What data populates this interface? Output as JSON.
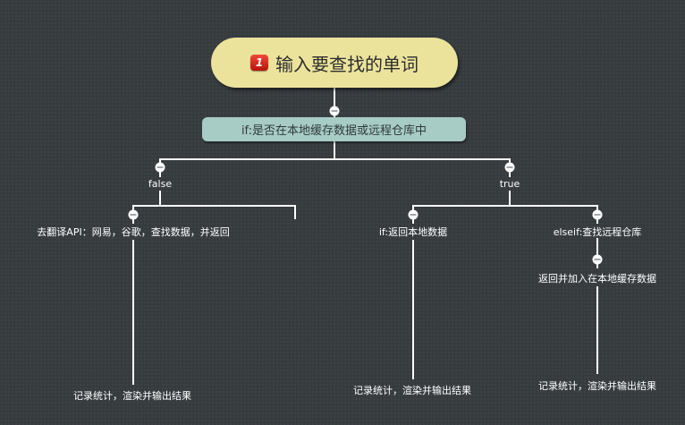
{
  "root": {
    "badge": "1",
    "title": "输入要查找的单词"
  },
  "condition": {
    "label": "if:是否在本地缓存数据或远程仓库中"
  },
  "branches": {
    "false": {
      "label": "false",
      "action": "去翻译API：网易，谷歌，查找数据，并返回",
      "result": "记录统计，渲染并输出结果"
    },
    "true": {
      "label": "true",
      "local": {
        "label": "if:返回本地数据",
        "result": "记录统计，渲染并输出结果"
      },
      "remote": {
        "label": "elseif:查找远程仓库",
        "action": "返回并加入在本地缓存数据",
        "result": "记录统计，渲染并输出结果"
      }
    }
  },
  "colors": {
    "background": "#363b3e",
    "root_fill": "#ebe39c",
    "condition_fill": "#a7cbc5",
    "line": "#ffffff",
    "badge": "#d9231a"
  }
}
